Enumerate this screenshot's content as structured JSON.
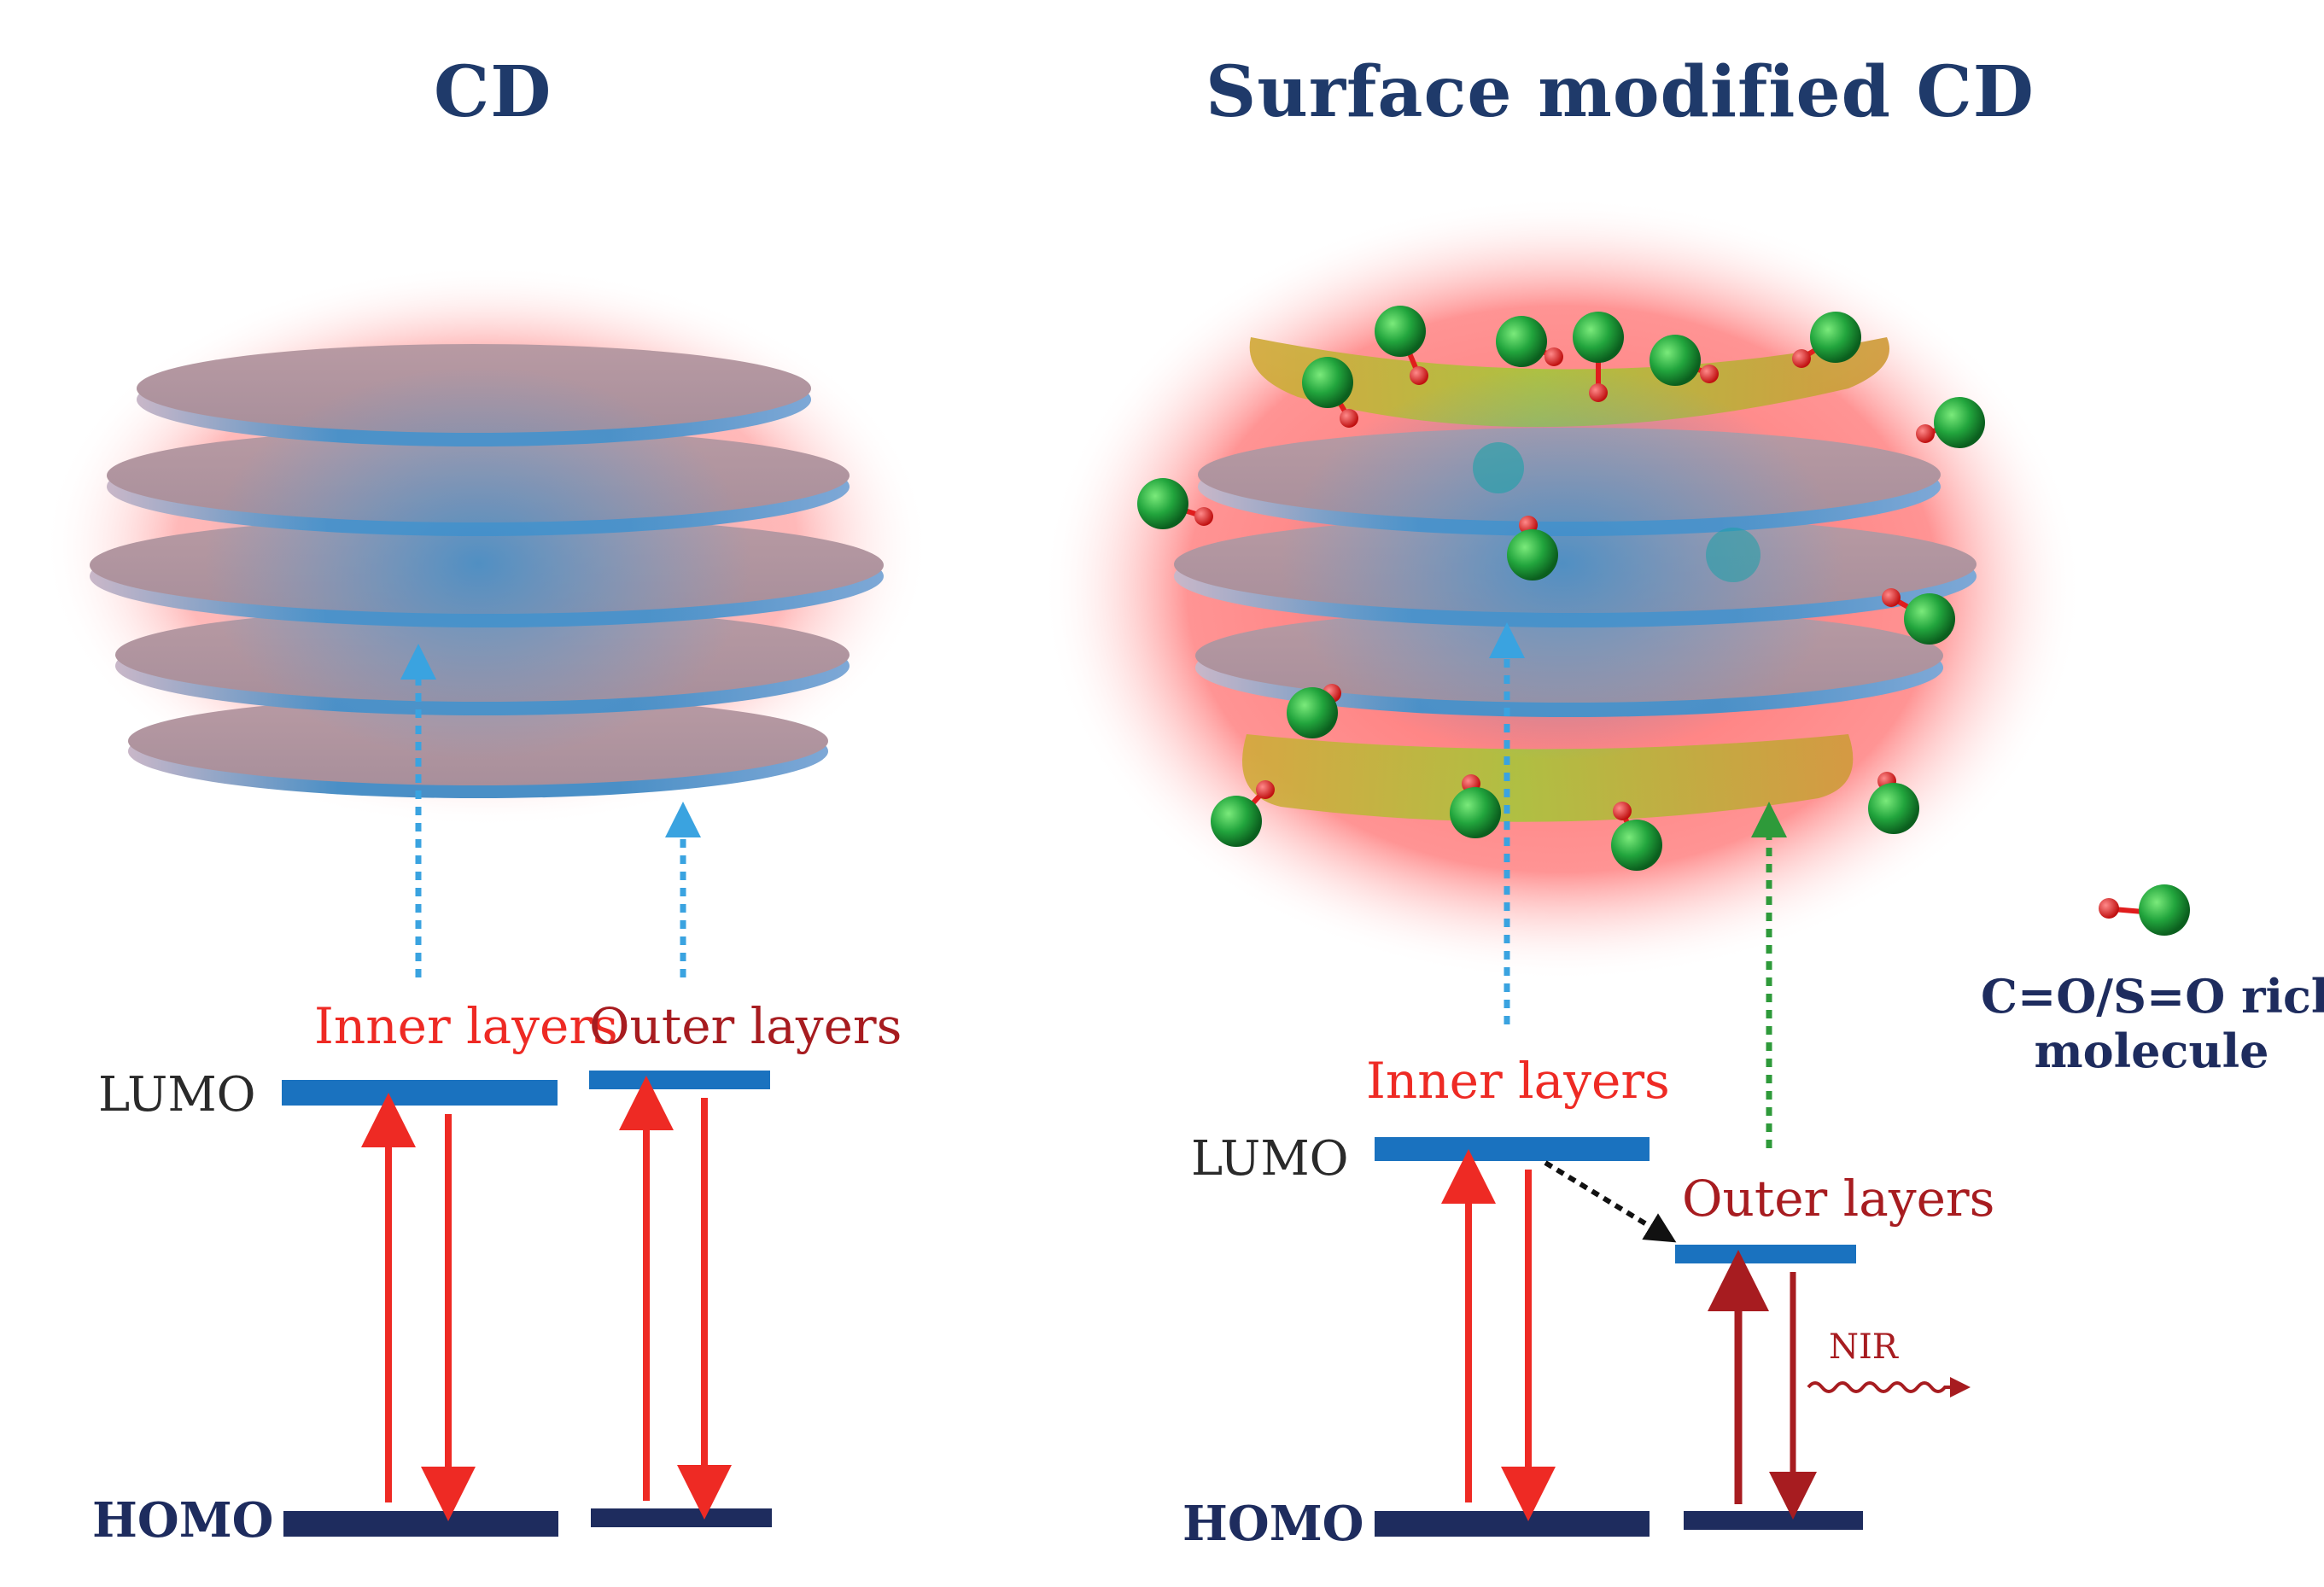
{
  "titles": {
    "left": "CD",
    "right": "Surface modified CD"
  },
  "left_diagram": {
    "inner_label": "Inner layers",
    "outer_label": "Outer layers",
    "lumo_label": "LUMO",
    "homo_label": "HOMO"
  },
  "right_diagram": {
    "inner_label": "Inner layers",
    "outer_label": "Outer layers",
    "lumo_label": "LUMO",
    "homo_label": "HOMO",
    "nir_label": "NIR"
  },
  "legend": {
    "line1": "C=O/S=O rich",
    "line2": "molecule"
  },
  "colors": {
    "title": "#1f3a6a",
    "level_blue": "#1a72bf",
    "homo_navy": "#1e2c5e",
    "red_arrow": "#ee2a24",
    "dark_red_arrow": "#a71c20",
    "glow": "#ff6b6b",
    "disc": "#5b9fcf",
    "shell": "#a8c23a",
    "atom_green": "#1aa43a",
    "atom_red": "#e01d1d",
    "dotted_blue": "#3aa3e0",
    "dotted_green": "#2e9a3a"
  }
}
